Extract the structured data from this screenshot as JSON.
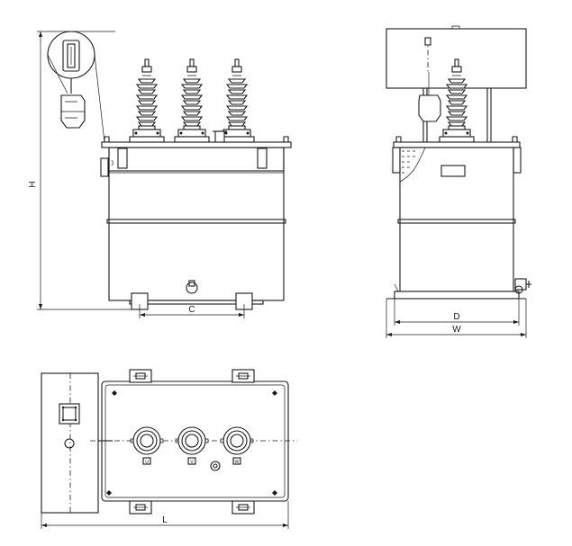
{
  "dimensions": {
    "height": "H",
    "center_spacing": "C",
    "depth": "D",
    "width": "W",
    "length": "L"
  },
  "top_view": {
    "bushing_marks": [
      "U",
      "V",
      "W"
    ]
  },
  "icons": {
    "front_view": "transformer-front-elevation",
    "side_view": "transformer-side-elevation",
    "top_view": "transformer-plan-view"
  }
}
